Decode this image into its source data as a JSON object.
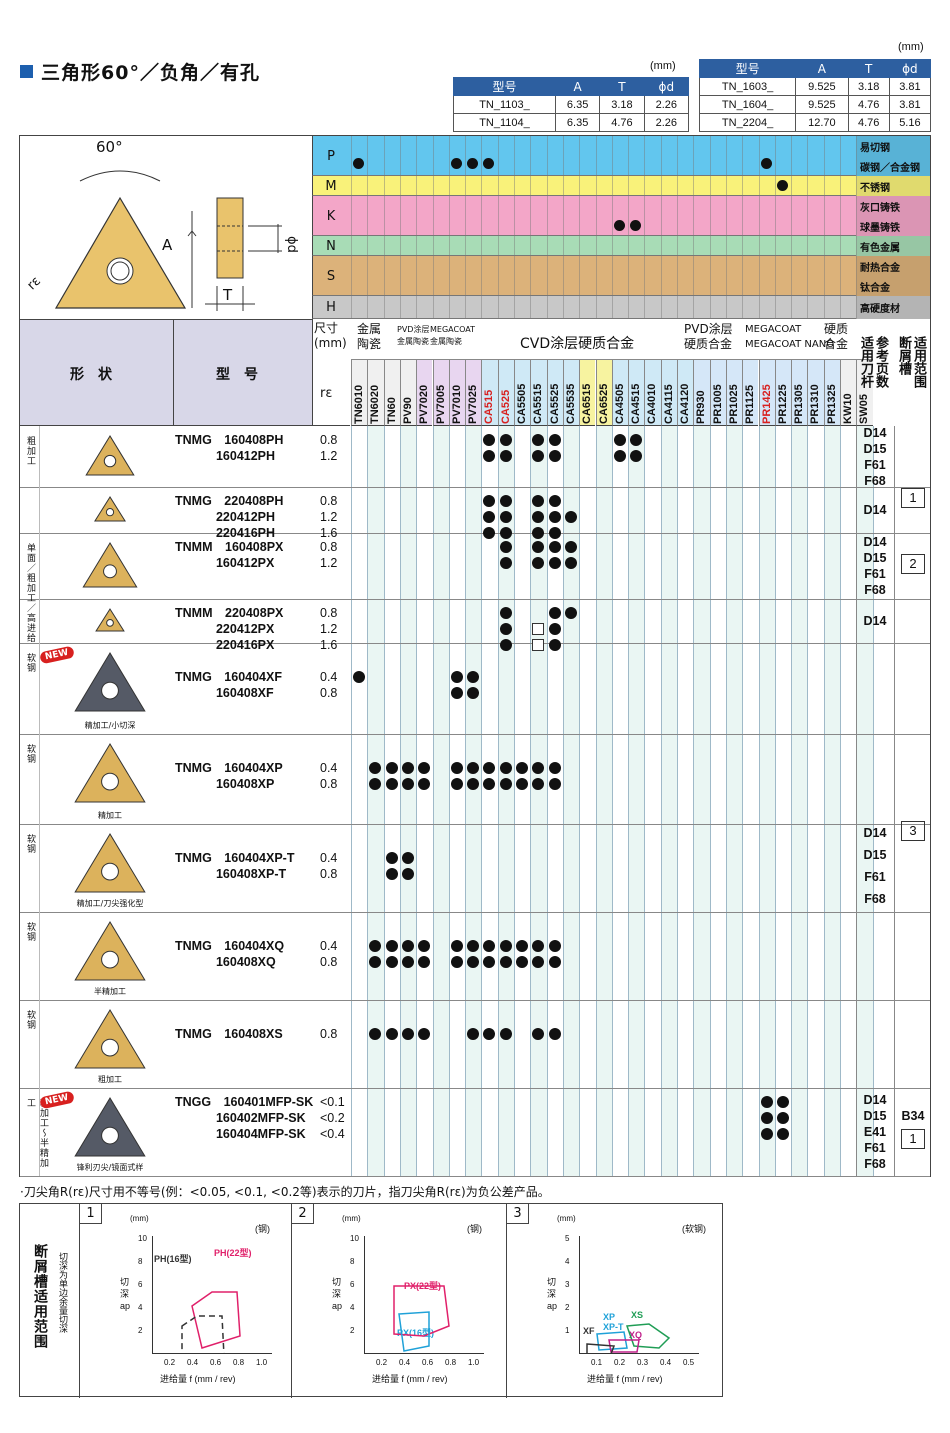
{
  "title": "三角形60°／负角／有孔",
  "unit": "(mm)",
  "spec1": {
    "headers": [
      "型号",
      "A",
      "T",
      "ϕd"
    ],
    "rows": [
      [
        "TN_1103_",
        "6.35",
        "3.18",
        "2.26"
      ],
      [
        "TN_1104_",
        "6.35",
        "4.76",
        "2.26"
      ]
    ]
  },
  "spec2": {
    "headers": [
      "型号",
      "A",
      "T",
      "ϕd"
    ],
    "rows": [
      [
        "TN_1603_",
        "9.525",
        "3.18",
        "3.81"
      ],
      [
        "TN_1604_",
        "9.525",
        "4.76",
        "3.81"
      ],
      [
        "TN_2204_",
        "12.70",
        "4.76",
        "5.16"
      ]
    ]
  },
  "diagram": {
    "angle": "60°",
    "a": "A",
    "t": "T",
    "d": "ϕd",
    "re": "rε"
  },
  "materials": [
    {
      "code": "P",
      "labels": [
        "易切钢",
        "碳钢／合金钢"
      ]
    },
    {
      "code": "M",
      "labels": [
        "不锈钢"
      ]
    },
    {
      "code": "K",
      "labels": [
        "灰口铸铁",
        "球墨铸铁"
      ]
    },
    {
      "code": "N",
      "labels": [
        "有色金属"
      ]
    },
    {
      "code": "S",
      "labels": [
        "耐热合金",
        "钛合金"
      ]
    },
    {
      "code": "H",
      "labels": [
        "高硬度材"
      ]
    }
  ],
  "header": {
    "shape": "形　状",
    "model": "型　号",
    "size": "尺寸\n(mm)",
    "re": "rε",
    "cermet": "金属\n陶瓷",
    "pvd_cermet": "PVD涂层\n金属陶瓷",
    "megacoat_cermet": "MEGACOAT\n金属陶瓷",
    "cvd": "CVD涂层硬质合金",
    "pvd": "PVD涂层\n硬质合金",
    "megacoat_nano": "MEGACOAT\nMEGACOAT NANO",
    "carbide": "硬质\n合金",
    "ref_page": "参考页数\n适用刀杆",
    "range": "适用范围\n断屑槽"
  },
  "grades": [
    "TN6010",
    "TN6020",
    "TN60",
    "PV90",
    "PV7020",
    "PV7005",
    "PV7010",
    "PV7025",
    "CA515",
    "CA525",
    "CA5505",
    "CA5515",
    "CA5525",
    "CA5535",
    "CA6515",
    "CA6525",
    "CA4505",
    "CA4515",
    "CA4010",
    "CA4115",
    "CA4120",
    "PR930",
    "PR1005",
    "PR1025",
    "PR1125",
    "PR1425",
    "PR1225",
    "PR1305",
    "PR1310",
    "PR1325",
    "KW10",
    "SW05"
  ],
  "red_grades": [
    "CA515",
    "CA525",
    "PR1425"
  ],
  "rows": [
    {
      "app": "粗加工",
      "caption": "",
      "models": "TNMG　160408PH\n　　　 160412PH",
      "radii": "0.8\n1.2"
    },
    {
      "app": "",
      "caption": "",
      "models": "TNMG　220408PH\n　　　 220412PH\n　　　 220416PH",
      "radii": "0.8\n1.2\n1.6"
    },
    {
      "app": "单面／粗加工／高进给",
      "caption": "",
      "models": "TNMM　160408PX\n　　　 160412PX",
      "radii": "0.8\n1.2"
    },
    {
      "app": "",
      "caption": "",
      "models": "TNMM　220408PX\n　　　 220412PX\n　　　 220416PX",
      "radii": "0.8\n1.2\n1.6"
    },
    {
      "app": "软钢",
      "caption": "精加工/小切深",
      "models": "TNMG　160404XF\n　　　 160408XF",
      "radii": "0.4\n0.8",
      "new": "NEW"
    },
    {
      "app": "软钢",
      "caption": "精加工",
      "models": "TNMG　160404XP\n　　　 160408XP",
      "radii": "0.4\n0.8"
    },
    {
      "app": "软钢",
      "caption": "精加工/刀尖强化型",
      "models": "TNMG　160404XP-T\n　　　 160408XP-T",
      "radii": "0.4\n0.8"
    },
    {
      "app": "软钢",
      "caption": "半精加工",
      "models": "TNMG　160404XQ\n　　　 160408XQ",
      "radii": "0.4\n0.8"
    },
    {
      "app": "软钢",
      "caption": "粗加工",
      "models": "TNMG　160408XS",
      "radii": "0.8"
    },
    {
      "app": "精加工～半精加工",
      "caption": "锋利刃尖/镜面式样",
      "models": "TNGG　160401MFP-SK\n　　　 160402MFP-SK\n　　　 160404MFP-SK",
      "radii": "<0.1\n<0.2\n<0.4",
      "new": "NEW"
    }
  ],
  "pages": [
    "D14\nD15\nF61\nF68",
    "D14",
    "D14\nD15\nF61\nF68",
    "D14",
    "D14\nD15\nF61\nF68",
    "D14\nD15\nE41\nF61\nF68"
  ],
  "ranges": [
    "1",
    "2",
    "3",
    "B34",
    "1"
  ],
  "note": "·刀尖角R(rε)尺寸用不等号(例：<0.05, <0.1, <0.2等)表示的刀片，指刀尖角R(rε)为负公差产品。",
  "bottom": {
    "title": "断屑槽适用范围",
    "sub": "切深为单边余量切深",
    "charts": [
      {
        "num": "1",
        "unit": "(mm)",
        "mat": "(钢)",
        "ylabel": "切深 ap",
        "xlabel": "进给量 f (mm / rev)",
        "yticks": [
          "10",
          "8",
          "6",
          "4",
          "2"
        ],
        "xticks": [
          "0.2",
          "0.4",
          "0.6",
          "0.8",
          "1.0"
        ],
        "labels": [
          "PH(16型)",
          "PH(22型)"
        ]
      },
      {
        "num": "2",
        "unit": "(mm)",
        "mat": "(钢)",
        "ylabel": "切深 ap",
        "xlabel": "进给量 f (mm / rev)",
        "yticks": [
          "10",
          "8",
          "6",
          "4",
          "2"
        ],
        "xticks": [
          "0.2",
          "0.4",
          "0.6",
          "0.8",
          "1.0"
        ],
        "labels": [
          "PX(22型)",
          "PX(16型)"
        ]
      },
      {
        "num": "3",
        "unit": "(mm)",
        "mat": "(软钢)",
        "ylabel": "切深 ap",
        "xlabel": "进给量 f (mm / rev)",
        "yticks": [
          "5",
          "4",
          "3",
          "2",
          "1"
        ],
        "xticks": [
          "0.1",
          "0.2",
          "0.3",
          "0.4",
          "0.5"
        ],
        "labels": [
          "XS",
          "XP",
          "XP-T",
          "XQ",
          "XF"
        ]
      }
    ]
  }
}
